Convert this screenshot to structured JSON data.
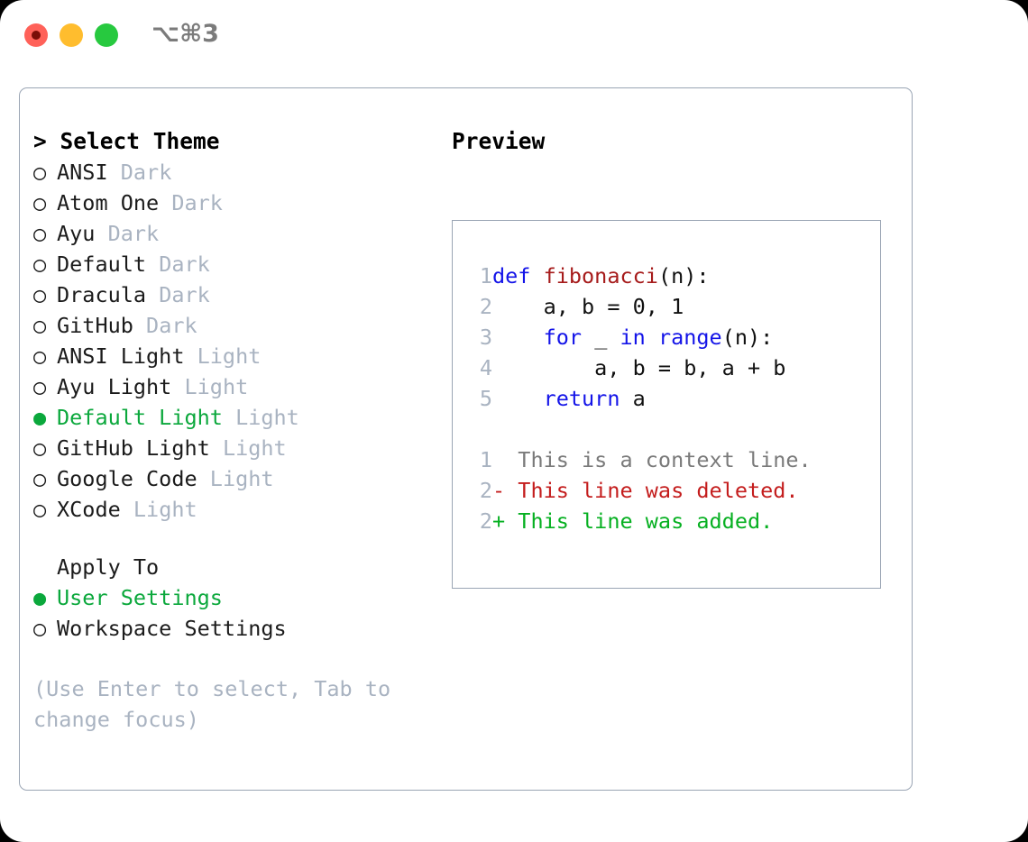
{
  "titlebar": {
    "shortcut": "⌥⌘3",
    "buttons": [
      {
        "name": "close",
        "color": "#ff6159"
      },
      {
        "name": "minimize",
        "color": "#ffbd2e"
      },
      {
        "name": "zoom",
        "color": "#27c93f"
      }
    ]
  },
  "accent": {
    "selected_green": "#0ba83c",
    "muted": "#a9b3c1",
    "border": "#9aa5b4"
  },
  "theme_picker": {
    "header": "> Select Theme",
    "items": [
      {
        "marker": "○",
        "name": "ANSI",
        "tag": "Dark",
        "selected": false
      },
      {
        "marker": "○",
        "name": "Atom One",
        "tag": "Dark",
        "selected": false
      },
      {
        "marker": "○",
        "name": "Ayu",
        "tag": "Dark",
        "selected": false
      },
      {
        "marker": "○",
        "name": "Default",
        "tag": "Dark",
        "selected": false
      },
      {
        "marker": "○",
        "name": "Dracula",
        "tag": "Dark",
        "selected": false
      },
      {
        "marker": "○",
        "name": "GitHub",
        "tag": "Dark",
        "selected": false
      },
      {
        "marker": "○",
        "name": "ANSI Light",
        "tag": "Light",
        "selected": false
      },
      {
        "marker": "○",
        "name": "Ayu Light",
        "tag": "Light",
        "selected": false
      },
      {
        "marker": "●",
        "name": "Default Light",
        "tag": "Light",
        "selected": true
      },
      {
        "marker": "○",
        "name": "GitHub Light",
        "tag": "Light",
        "selected": false
      },
      {
        "marker": "○",
        "name": "Google Code",
        "tag": "Light",
        "selected": false
      },
      {
        "marker": "○",
        "name": "XCode",
        "tag": "Light",
        "selected": false
      }
    ]
  },
  "apply_to": {
    "header": "Apply To",
    "items": [
      {
        "marker": "●",
        "label": "User Settings",
        "selected": true
      },
      {
        "marker": "○",
        "label": "Workspace Settings",
        "selected": false
      }
    ]
  },
  "hint": "(Use Enter to select, Tab to change focus)",
  "preview": {
    "title": "Preview",
    "code_lines": [
      {
        "num": "1",
        "tokens": [
          {
            "t": "def ",
            "c": "kw"
          },
          {
            "t": "fibonacci",
            "c": "fn"
          },
          {
            "t": "(n):",
            "c": "pln"
          }
        ]
      },
      {
        "num": "2",
        "tokens": [
          {
            "t": "    a, b = 0, 1",
            "c": "pln"
          }
        ]
      },
      {
        "num": "3",
        "tokens": [
          {
            "t": "    ",
            "c": "pln"
          },
          {
            "t": "for",
            "c": "kw"
          },
          {
            "t": " _ ",
            "c": "pln"
          },
          {
            "t": "in",
            "c": "kw"
          },
          {
            "t": " ",
            "c": "pln"
          },
          {
            "t": "range",
            "c": "kw"
          },
          {
            "t": "(n):",
            "c": "pln"
          }
        ]
      },
      {
        "num": "4",
        "tokens": [
          {
            "t": "        a, b = b, a + b",
            "c": "pln"
          }
        ]
      },
      {
        "num": "5",
        "tokens": [
          {
            "t": "    ",
            "c": "pln"
          },
          {
            "t": "return",
            "c": "kw"
          },
          {
            "t": " a",
            "c": "pln"
          }
        ]
      }
    ],
    "diff_lines": [
      {
        "num": "1",
        "text": "  This is a context line.",
        "kind": "ctx"
      },
      {
        "num": "2",
        "text": "- This line was deleted.",
        "kind": "del"
      },
      {
        "num": "2",
        "text": "+ This line was added.",
        "kind": "add"
      }
    ]
  }
}
